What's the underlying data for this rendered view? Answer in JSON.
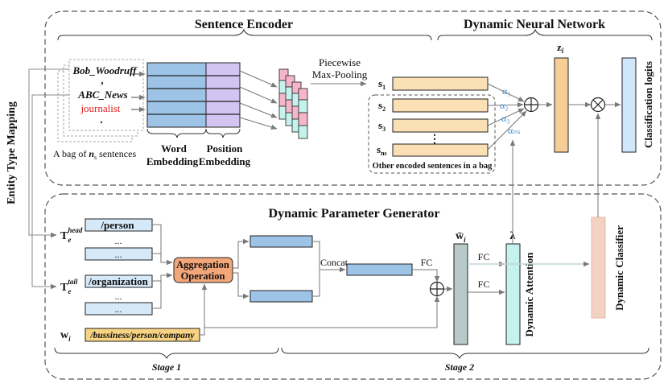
{
  "sections": {
    "sentence_encoder": "Sentence Encoder",
    "dynamic_neural_network": "Dynamic Neural Network",
    "dynamic_parameter_generator": "Dynamic Parameter Generator"
  },
  "side_label": "Entity Type Mapping",
  "sentence_card": {
    "line1": "Bob_Woodruff",
    "comma": ",",
    "line2": "ABC_News",
    "line3": "journalist",
    "dot": "."
  },
  "bag_caption": {
    "prefix": "A bag of ",
    "n": "n",
    "sub": "s",
    "suffix": " sentences"
  },
  "word_embedding": [
    "Word",
    "Embedding"
  ],
  "position_embedding": [
    "Position",
    "Embedding"
  ],
  "pooling": [
    "Piecewise",
    "Max-Pooling"
  ],
  "encoded": {
    "s": "s",
    "subs": [
      "1",
      "2",
      "3",
      "ns"
    ],
    "dots": "⋮",
    "caption": "Other encoded sentences in a bag"
  },
  "alphas": [
    "α₁",
    "α₂",
    "α₃",
    "αₙₛ"
  ],
  "z_label": {
    "base": "z",
    "sub": "i"
  },
  "classification_logits": "Classification logits",
  "entity_types": {
    "head_label": {
      "base": "T",
      "sub": "e",
      "sup": "head"
    },
    "tail_label": {
      "base": "T",
      "sub": "e",
      "sup": "tail"
    },
    "head": [
      "/person",
      "...",
      "..."
    ],
    "tail": [
      "/organization",
      "...",
      "..."
    ]
  },
  "aggregation": [
    "Aggregation",
    "Operation"
  ],
  "concat": "Concat",
  "fc": "FC",
  "w_label": {
    "base": "w",
    "sub": "i"
  },
  "wbar_label": {
    "base": "w̄",
    "sub": "i"
  },
  "lambda": "λ",
  "relation": "/bussiness/person/company",
  "dynamic_attention": "Dynamic Attention",
  "dynamic_classifier": "Dynamic Classifier",
  "stage1": "Stage 1",
  "stage2": "Stage 2",
  "colors": {
    "blue": "#9dc3e6",
    "light_blue": "#d6e9f8",
    "purple": "#d3c4f1",
    "pink": "#f4b6c8",
    "cyan": "#c6f2ee",
    "orange_box": "#f2a67a",
    "s_box": "#fbe0b5",
    "z_box": "#f7cf96",
    "gray_teal": "#b7c9c8",
    "salmon": "#f4d2c3",
    "logit_blue": "#cfe6fb",
    "relation_box": "#f7d383",
    "alpha_text": "#3f8fd0",
    "red_text": "#e02020"
  }
}
